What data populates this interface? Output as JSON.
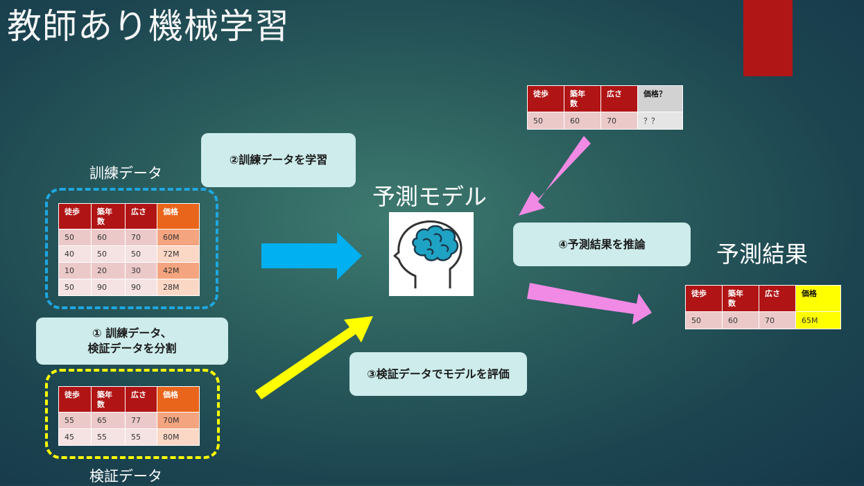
{
  "title": "教師あり機械学習",
  "labels": {
    "training_data": "訓練データ",
    "validation_data": "検証データ",
    "model": "予測モデル",
    "prediction_result": "予測結果"
  },
  "steps": {
    "step1_line1": "① 訓練データ、",
    "step1_line2": "検証データを分割",
    "step2": "②訓練データを学習",
    "step3": "③検証データでモデルを評価",
    "step4": "④予測結果を推論"
  },
  "tables": {
    "training": {
      "headers": [
        "徒歩",
        "築年数",
        "広さ",
        "価格"
      ],
      "rows": [
        [
          "50",
          "60",
          "70",
          "60M"
        ],
        [
          "40",
          "50",
          "50",
          "72M"
        ],
        [
          "10",
          "20",
          "30",
          "42M"
        ],
        [
          "50",
          "90",
          "90",
          "28M"
        ]
      ]
    },
    "validation": {
      "headers": [
        "徒歩",
        "築年数",
        "広さ",
        "価格"
      ],
      "rows": [
        [
          "55",
          "65",
          "77",
          "70M"
        ],
        [
          "45",
          "55",
          "55",
          "80M"
        ]
      ]
    },
    "input": {
      "headers": [
        "徒歩",
        "築年数",
        "広さ",
        "価格？"
      ],
      "rows": [
        [
          "50",
          "60",
          "70",
          "？？"
        ]
      ]
    },
    "result": {
      "headers": [
        "徒歩",
        "築年数",
        "広さ",
        "価格"
      ],
      "rows": [
        [
          "50",
          "60",
          "70",
          "65M"
        ]
      ]
    }
  },
  "icons": {
    "model_icon": "brain-head-icon",
    "arrow_train": "arrow-right-icon",
    "arrow_validate": "arrow-diagonal-icon",
    "arrow_input": "arrow-down-left-icon",
    "arrow_result": "arrow-right-icon"
  },
  "colors": {
    "background": "#2b5e5d",
    "header_red": "#b01414",
    "price_orange": "#e9651b",
    "arrow_blue": "#00b0f0",
    "arrow_yellow": "#ffff00",
    "arrow_pink": "#f18ae5",
    "training_border": "#1ea7e1",
    "validation_border": "#ffff00",
    "step_box": "#cdeceb",
    "result_highlight": "#ffff00",
    "accent_rect": "#b01616"
  }
}
